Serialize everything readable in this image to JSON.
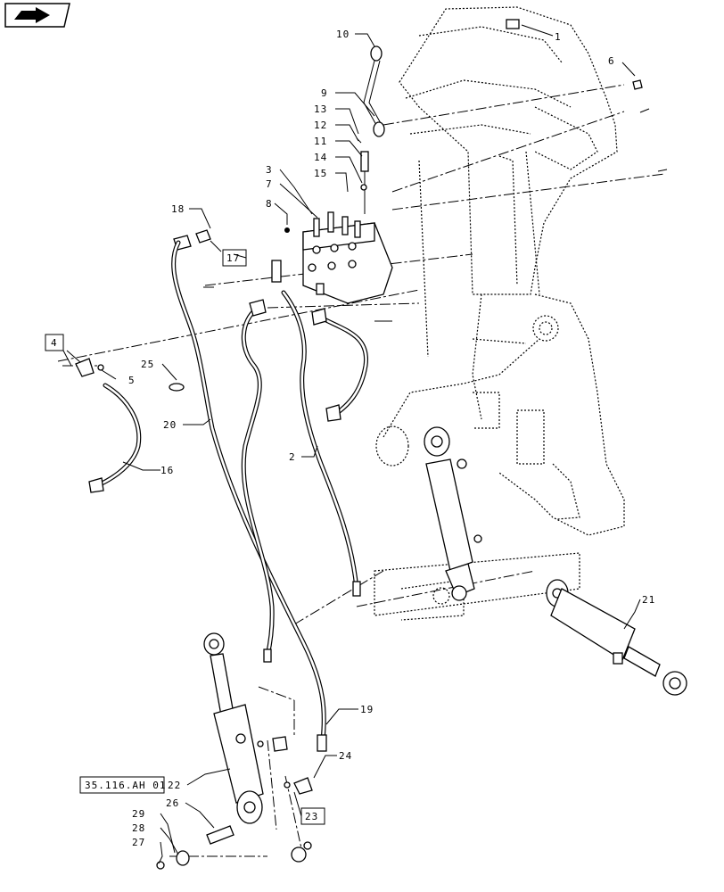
{
  "nav_icon": "book-arrow-icon",
  "callouts": [
    {
      "id": "c1",
      "text": "1"
    },
    {
      "id": "c2",
      "text": "2"
    },
    {
      "id": "c3",
      "text": "3"
    },
    {
      "id": "c4",
      "text": "4"
    },
    {
      "id": "c5",
      "text": "5"
    },
    {
      "id": "c6",
      "text": "6"
    },
    {
      "id": "c7",
      "text": "7"
    },
    {
      "id": "c8",
      "text": "8"
    },
    {
      "id": "c9",
      "text": "9"
    },
    {
      "id": "c10",
      "text": "10"
    },
    {
      "id": "c11",
      "text": "11"
    },
    {
      "id": "c12",
      "text": "12"
    },
    {
      "id": "c13",
      "text": "13"
    },
    {
      "id": "c14",
      "text": "14"
    },
    {
      "id": "c15",
      "text": "15"
    },
    {
      "id": "c16",
      "text": "16"
    },
    {
      "id": "c17",
      "text": "17"
    },
    {
      "id": "c18",
      "text": "18"
    },
    {
      "id": "c19",
      "text": "19"
    },
    {
      "id": "c20",
      "text": "20"
    },
    {
      "id": "c21",
      "text": "21"
    },
    {
      "id": "c22",
      "text": "22"
    },
    {
      "id": "c23",
      "text": "23"
    },
    {
      "id": "c24",
      "text": "24"
    },
    {
      "id": "c25",
      "text": "25"
    },
    {
      "id": "c26",
      "text": "26"
    },
    {
      "id": "c27",
      "text": "27"
    },
    {
      "id": "c28",
      "text": "28"
    },
    {
      "id": "c29",
      "text": "29"
    }
  ],
  "reference_box": "35.116.AH 01"
}
